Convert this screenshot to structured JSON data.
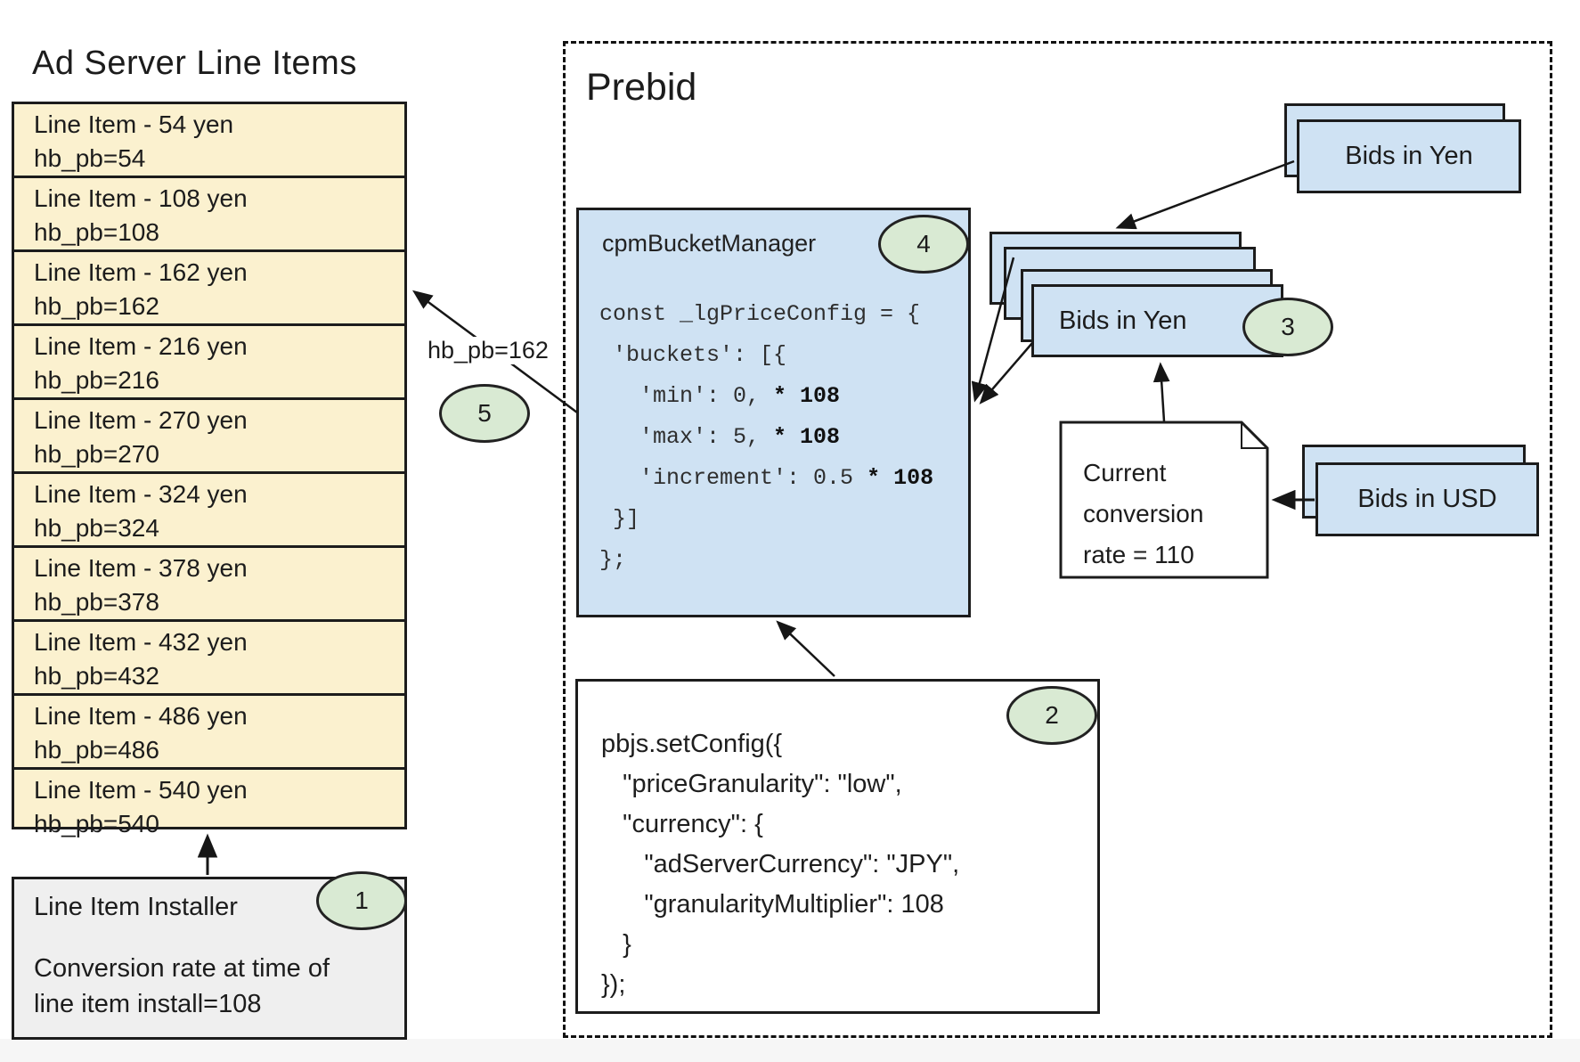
{
  "ad_server": {
    "title": "Ad Server Line Items",
    "line_items": [
      {
        "label": "Line Item - 54 yen",
        "kv": "hb_pb=54"
      },
      {
        "label": "Line Item - 108 yen",
        "kv": "hb_pb=108"
      },
      {
        "label": "Line Item - 162 yen",
        "kv": "hb_pb=162"
      },
      {
        "label": "Line Item - 216 yen",
        "kv": "hb_pb=216"
      },
      {
        "label": "Line Item - 270 yen",
        "kv": "hb_pb=270"
      },
      {
        "label": "Line Item - 324 yen",
        "kv": "hb_pb=324"
      },
      {
        "label": "Line Item - 378 yen",
        "kv": "hb_pb=378"
      },
      {
        "label": "Line Item - 432 yen",
        "kv": "hb_pb=432"
      },
      {
        "label": "Line Item - 486 yen",
        "kv": "hb_pb=486"
      },
      {
        "label": "Line Item - 540 yen",
        "kv": "hb_pb=540"
      }
    ]
  },
  "installer": {
    "title": "Line Item Installer",
    "badge": "1",
    "note": "Conversion rate at time of line item install=108"
  },
  "prebid": {
    "title": "Prebid",
    "cpm_bucket_manager": {
      "title": "cpmBucketManager",
      "badge": "4",
      "code": [
        {
          "pre": "const _lgPriceConfig = {",
          "bold": ""
        },
        {
          "pre": " 'buckets': [{",
          "bold": ""
        },
        {
          "pre": "   'min': 0, ",
          "bold": "* 108"
        },
        {
          "pre": "   'max': 5, ",
          "bold": "* 108"
        },
        {
          "pre": "   'increment': 0.5 ",
          "bold": "* 108"
        },
        {
          "pre": " }]",
          "bold": ""
        },
        {
          "pre": "};",
          "bold": ""
        }
      ]
    },
    "set_config": {
      "badge": "2",
      "code": [
        "pbjs.setConfig({",
        "   \"priceGranularity\": \"low\",",
        "   \"currency\": {",
        "      \"adServerCurrency\": \"JPY\",",
        "      \"granularityMultiplier\": 108",
        "   }",
        "});"
      ]
    },
    "bids_in_yen_incoming": {
      "label": "Bids in Yen"
    },
    "bids_in_yen_stack": {
      "label": "Bids in Yen",
      "badge": "3"
    },
    "bids_in_usd": {
      "label": "Bids in USD"
    },
    "conversion_note": {
      "text": "Current conversion rate = 110"
    },
    "flow_label": "hb_pb=162",
    "flow_badge": "5"
  },
  "colors": {
    "line_item_fill": "#FBF1CF",
    "card_fill": "#CFE2F3",
    "badge_fill": "#D9EAD3",
    "installer_fill": "#EFEFEF",
    "border": "#1c1c1c"
  }
}
